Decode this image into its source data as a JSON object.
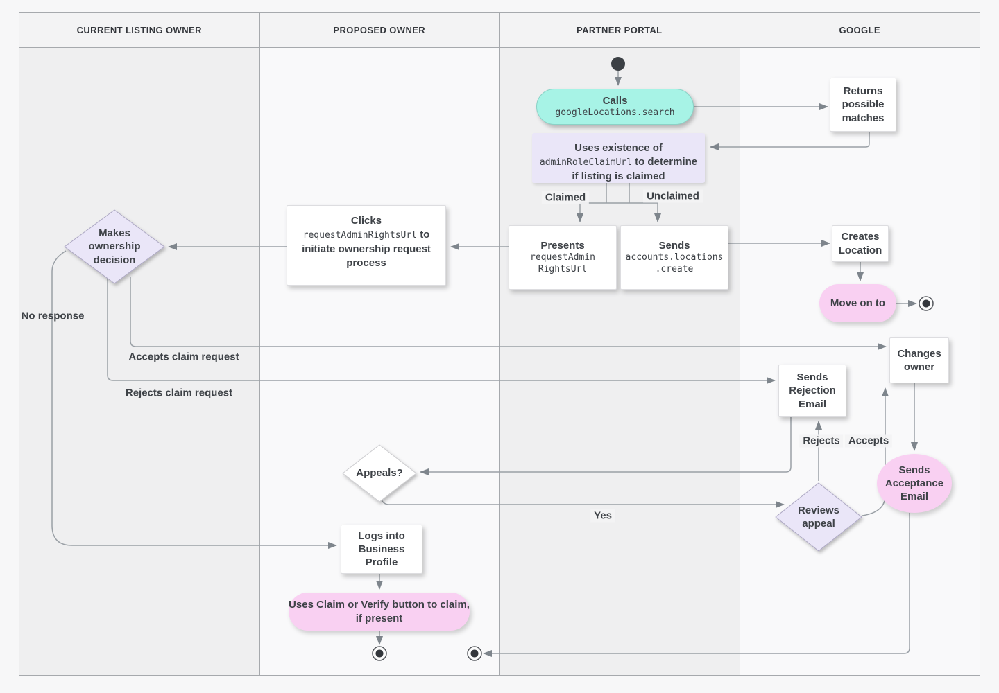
{
  "lanes": [
    {
      "label": "CURRENT LISTING OWNER"
    },
    {
      "label": "PROPOSED OWNER"
    },
    {
      "label": "PARTNER PORTAL"
    },
    {
      "label": "GOOGLE"
    }
  ],
  "nodes": {
    "calls": {
      "text": "Calls",
      "code": "googleLocations.search"
    },
    "returns_matches": {
      "text": "Returns possible matches"
    },
    "uses_existence": {
      "pre": "Uses existence of",
      "code": "adminRoleClaimUrl",
      "post": "to determine if listing is claimed"
    },
    "presents": {
      "text": "Presents",
      "code": "requestAdmin​RightsUrl"
    },
    "sends_create": {
      "text": "Sends",
      "code": "accounts.locations​.create"
    },
    "clicks": {
      "pre": "Clicks",
      "code": "requestAdminRightsUrl",
      "post": "to initiate ownership request process"
    },
    "makes_decision": {
      "text": "Makes ownership decision"
    },
    "creates_location": {
      "text": "Creates Location"
    },
    "move_on": {
      "text": "Move on to"
    },
    "changes_owner": {
      "text": "Changes owner"
    },
    "sends_rejection": {
      "text": "Sends Rejection Email"
    },
    "sends_acceptance": {
      "text": "Sends Acceptance Email"
    },
    "reviews_appeal": {
      "text": "Reviews appeal"
    },
    "appeals": {
      "text": "Appeals?"
    },
    "logs_in": {
      "text": "Logs into Business Profile"
    },
    "uses_claim": {
      "text": "Uses Claim or Verify button to claim, if present"
    }
  },
  "edge_labels": {
    "claimed": "Claimed",
    "unclaimed": "Unclaimed",
    "no_response": "No response",
    "accepts_claim": "Accepts claim request",
    "rejects_claim": "Rejects claim request",
    "rejects": "Rejects",
    "accepts": "Accepts",
    "yes": "Yes"
  },
  "colors": {
    "teal": "#a7f3e6",
    "lavender": "#eae6f8",
    "pink": "#f9d0f2",
    "node_text": "#3e4247",
    "edge": "#9aa0a6",
    "lane_header_bg": "#f3f3f4",
    "lane_grey": "#efeff0",
    "lane_light": "#f9f9fa",
    "frame_border": "#a6a9ad"
  }
}
